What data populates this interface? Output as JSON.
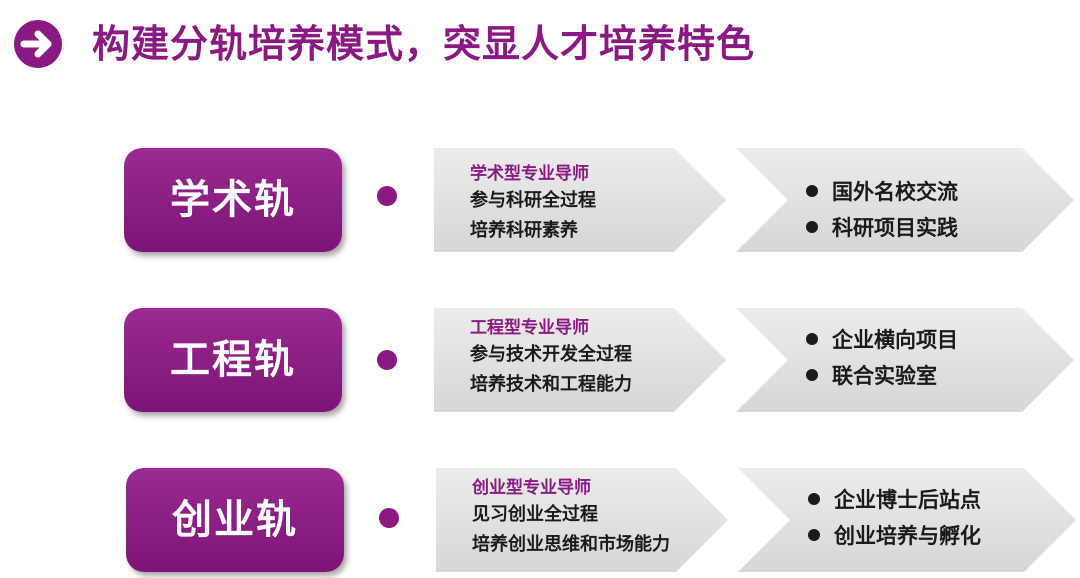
{
  "title": "构建分轨培养模式，突显人才培养特色",
  "colors": {
    "accent": "#8a1a82",
    "chevron_light": "#e4e4e4",
    "chevron_dark": "#cfcfcf"
  },
  "tracks": [
    {
      "name": "学术轨",
      "mentor": "学术型专业导师",
      "lines": [
        "参与科研全过程",
        "培养科研素养"
      ],
      "items": [
        "国外名校交流",
        "科研项目实践"
      ]
    },
    {
      "name": "工程轨",
      "mentor": "工程型专业导师",
      "lines": [
        "参与技术开发全过程",
        "培养技术和工程能力"
      ],
      "items": [
        "企业横向项目",
        "联合实验室"
      ]
    },
    {
      "name": "创业轨",
      "mentor": "创业型专业导师",
      "lines": [
        "见习创业全过程",
        "培养创业思维和市场能力"
      ],
      "items": [
        "企业博士后站点",
        "创业培养与孵化"
      ]
    }
  ]
}
